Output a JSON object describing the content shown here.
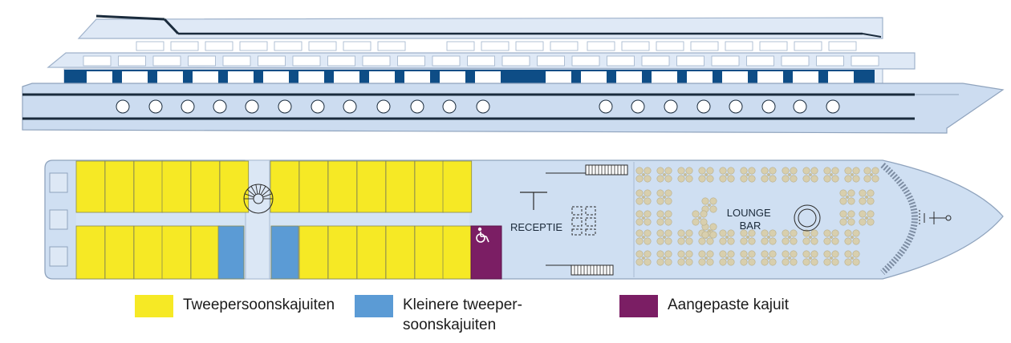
{
  "deck": {
    "reception_label": "RECEPTIE",
    "lounge_label": "LOUNGE\nBAR"
  },
  "legend": [
    {
      "label": "Tweepersoonskajuiten",
      "color": "#f6e925",
      "icon": "double-cabin-swatch"
    },
    {
      "label": "Kleinere tweeper-\nsoonskajuiten",
      "color": "#5b9bd5",
      "icon": "small-double-cabin-swatch"
    },
    {
      "label": "Aangepaste kajuit",
      "color": "#7b1e64",
      "icon": "adapted-cabin-swatch"
    }
  ],
  "colors": {
    "hull": "#ccdcf0",
    "hull_outline": "#8fa3bd",
    "deck_floor": "#cfdff2",
    "dark_band": "#0e4d86",
    "window": "#ffffff",
    "double_cabin": "#f6e925",
    "small_cabin": "#5b9bd5",
    "adapted_cabin": "#7b1e64",
    "table": "#d8cfae"
  }
}
